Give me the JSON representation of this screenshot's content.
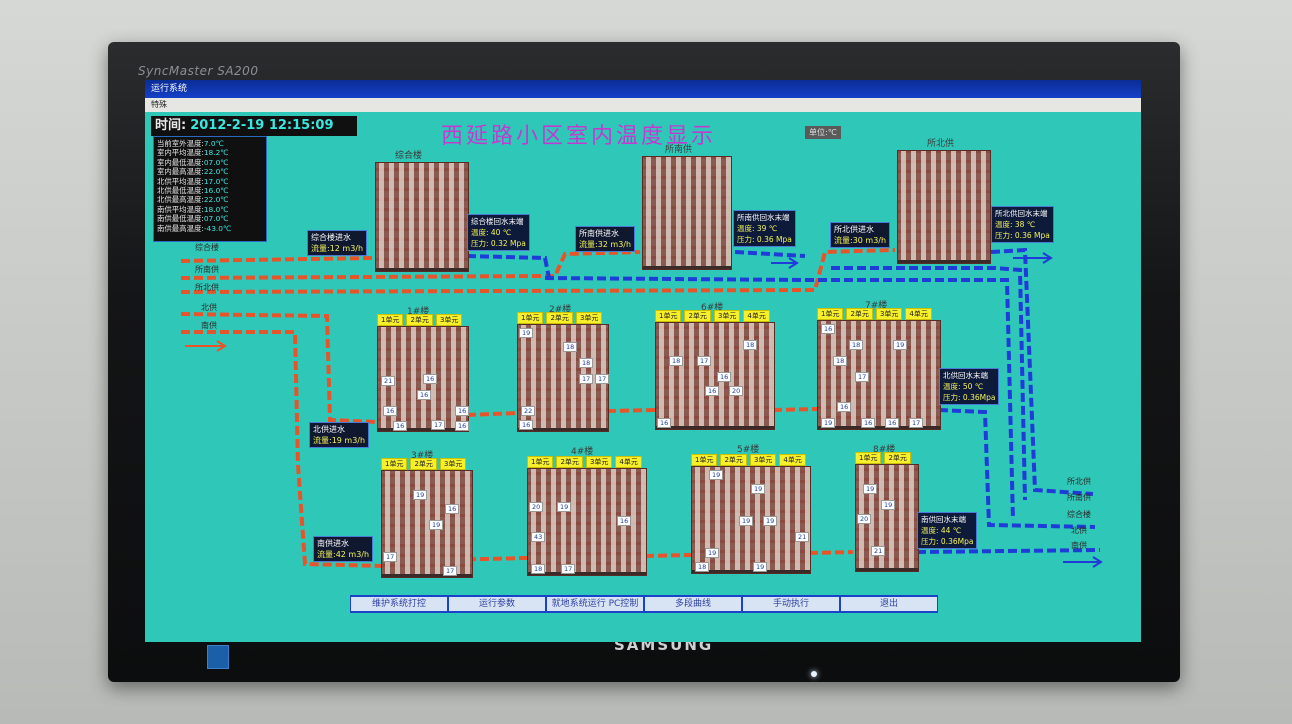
{
  "monitor": {
    "model": "SyncMaster SA200",
    "brand": "SAMSUNG"
  },
  "window": {
    "title": "运行系统",
    "menu": "特殊"
  },
  "header": {
    "time_label": "时间:",
    "time_value": "2012-2-19   12:15:09",
    "title": "西延路小区室内温度显示",
    "unit": "单位:℃"
  },
  "stats": [
    {
      "label": "当前室外温度:",
      "value": "7.0℃"
    },
    {
      "label": "室内平均温度:",
      "value": "18.2℃"
    },
    {
      "label": "室内最低温度:",
      "value": "07.0℃"
    },
    {
      "label": "室内最高温度:",
      "value": "22.0℃"
    },
    {
      "label": "北供平均温度:",
      "value": "17.0℃"
    },
    {
      "label": "北供最低温度:",
      "value": "16.0℃"
    },
    {
      "label": "北供最高温度:",
      "value": "22.0℃"
    },
    {
      "label": "南供平均温度:",
      "value": "18.0℃"
    },
    {
      "label": "南供最低温度:",
      "value": "07.0℃"
    },
    {
      "label": "南供最高温度:",
      "value": "-43.0℃"
    }
  ],
  "pipe_labels": {
    "zonghe": "综合楼",
    "suonan": "所南供",
    "suobei": "所北供",
    "beigong": "北供",
    "nangong": "南供"
  },
  "right_labels": {
    "suobei": "所北供",
    "suonan": "所南供",
    "zonghe": "综合楼",
    "beigong": "北供",
    "nangong": "南供"
  },
  "buildings": {
    "zonghe": "综合楼",
    "suonan": "所南供",
    "suobei": "所北供",
    "b1": "1#楼",
    "b2": "2#楼",
    "b6": "6#楼",
    "b7": "7#楼",
    "b3": "3#楼",
    "b4": "4#楼",
    "b5": "5#楼",
    "b8": "8#楼"
  },
  "units": {
    "u1": "1单元",
    "u2": "2单元",
    "u3": "3单元",
    "u4": "4单元"
  },
  "inlets": {
    "zonghe": {
      "title": "综合楼进水",
      "flow": "流量:12 m3/h"
    },
    "suonan": {
      "title": "所南供进水",
      "flow": "流量:32 m3/h"
    },
    "suobei": {
      "title": "所北供进水",
      "flow": "流量:30 m3/h"
    },
    "beigong": {
      "title": "北供进水",
      "flow": "流量:19 m3/h"
    },
    "nangong": {
      "title": "南供进水",
      "flow": "流量:42 m3/h"
    }
  },
  "outlets": {
    "zonghe": {
      "title": "综合楼回水末端",
      "temp": "温度: 40 ℃",
      "pressure": "压力: 0.32 Mpa"
    },
    "suonan": {
      "title": "所南供回水末端",
      "temp": "温度: 39 ℃",
      "pressure": "压力: 0.36 Mpa"
    },
    "suobei": {
      "title": "所北供回水末端",
      "temp": "温度: 38 ℃",
      "pressure": "压力: 0.36 Mpa"
    },
    "beigong": {
      "title": "北供回水末端",
      "temp": "温度: 50 ℃",
      "pressure": "压力: 0.36Mpa"
    },
    "nangong": {
      "title": "南供回水末端",
      "temp": "温度: 44 ℃",
      "pressure": "压力: 0.36Mpa"
    }
  },
  "readings": {
    "b1": [
      "21",
      "16",
      "16",
      "16",
      "16",
      "17",
      "16",
      "16"
    ],
    "b2": [
      "19",
      "18",
      "18",
      "17",
      "17",
      "22",
      "16"
    ],
    "b6": [
      "18",
      "18",
      "17",
      "16",
      "16",
      "20",
      "16"
    ],
    "b7": [
      "16",
      "18",
      "19",
      "18",
      "17",
      "16",
      "19",
      "16",
      "16",
      "17"
    ],
    "b3": [
      "19",
      "16",
      "19",
      "17",
      "17"
    ],
    "b4": [
      "20",
      "19",
      "16",
      "43",
      "18",
      "17"
    ],
    "b5": [
      "19",
      "19",
      "19",
      "19",
      "21",
      "19",
      "19",
      "18"
    ],
    "b8": [
      "19",
      "19",
      "20",
      "21"
    ]
  },
  "nav": [
    "维护系统打控",
    "运行参数",
    "就地系统运行 PC控制",
    "多段曲线",
    "手动执行",
    "退出"
  ],
  "colors": {
    "screen_bg": "#2fc8b8",
    "supply_pipe": "#e8542a",
    "return_pipe": "#1f3cd8",
    "title": "#c23bd0"
  }
}
